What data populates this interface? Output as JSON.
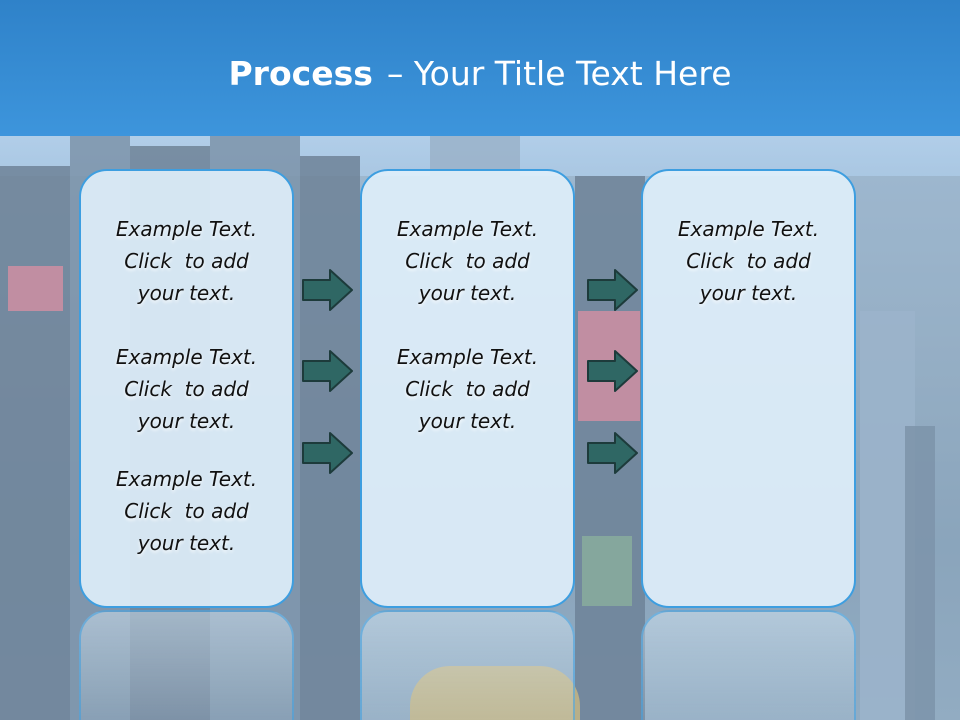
{
  "slide": {
    "title_bold": "Process",
    "title_rest": "– Your Title Text Here"
  },
  "columns": [
    {
      "blocks": [
        {
          "line1": "Example Text.",
          "line2": "Click  to add",
          "line3": "your text."
        },
        {
          "line1": "Example Text.",
          "line2": "Click  to add",
          "line3": "your text."
        },
        {
          "line1": "Example Text.",
          "line2": "Click  to add",
          "line3": "your text."
        }
      ]
    },
    {
      "blocks": [
        {
          "line1": "Example Text.",
          "line2": "Click  to add",
          "line3": "your text."
        },
        {
          "line1": "Example Text.",
          "line2": "Click  to add",
          "line3": "your text."
        }
      ]
    },
    {
      "blocks": [
        {
          "line1": "Example Text.",
          "line2": "Click  to add",
          "line3": "your text."
        }
      ]
    }
  ],
  "colors": {
    "title_band": "#3d95dc",
    "box_border": "#3d9ee0",
    "box_fill": "#e0f0fb",
    "arrow_fill": "#2f6764",
    "arrow_stroke": "#1d3b3b"
  },
  "icons": {
    "arrow": "right-arrow-icon"
  }
}
